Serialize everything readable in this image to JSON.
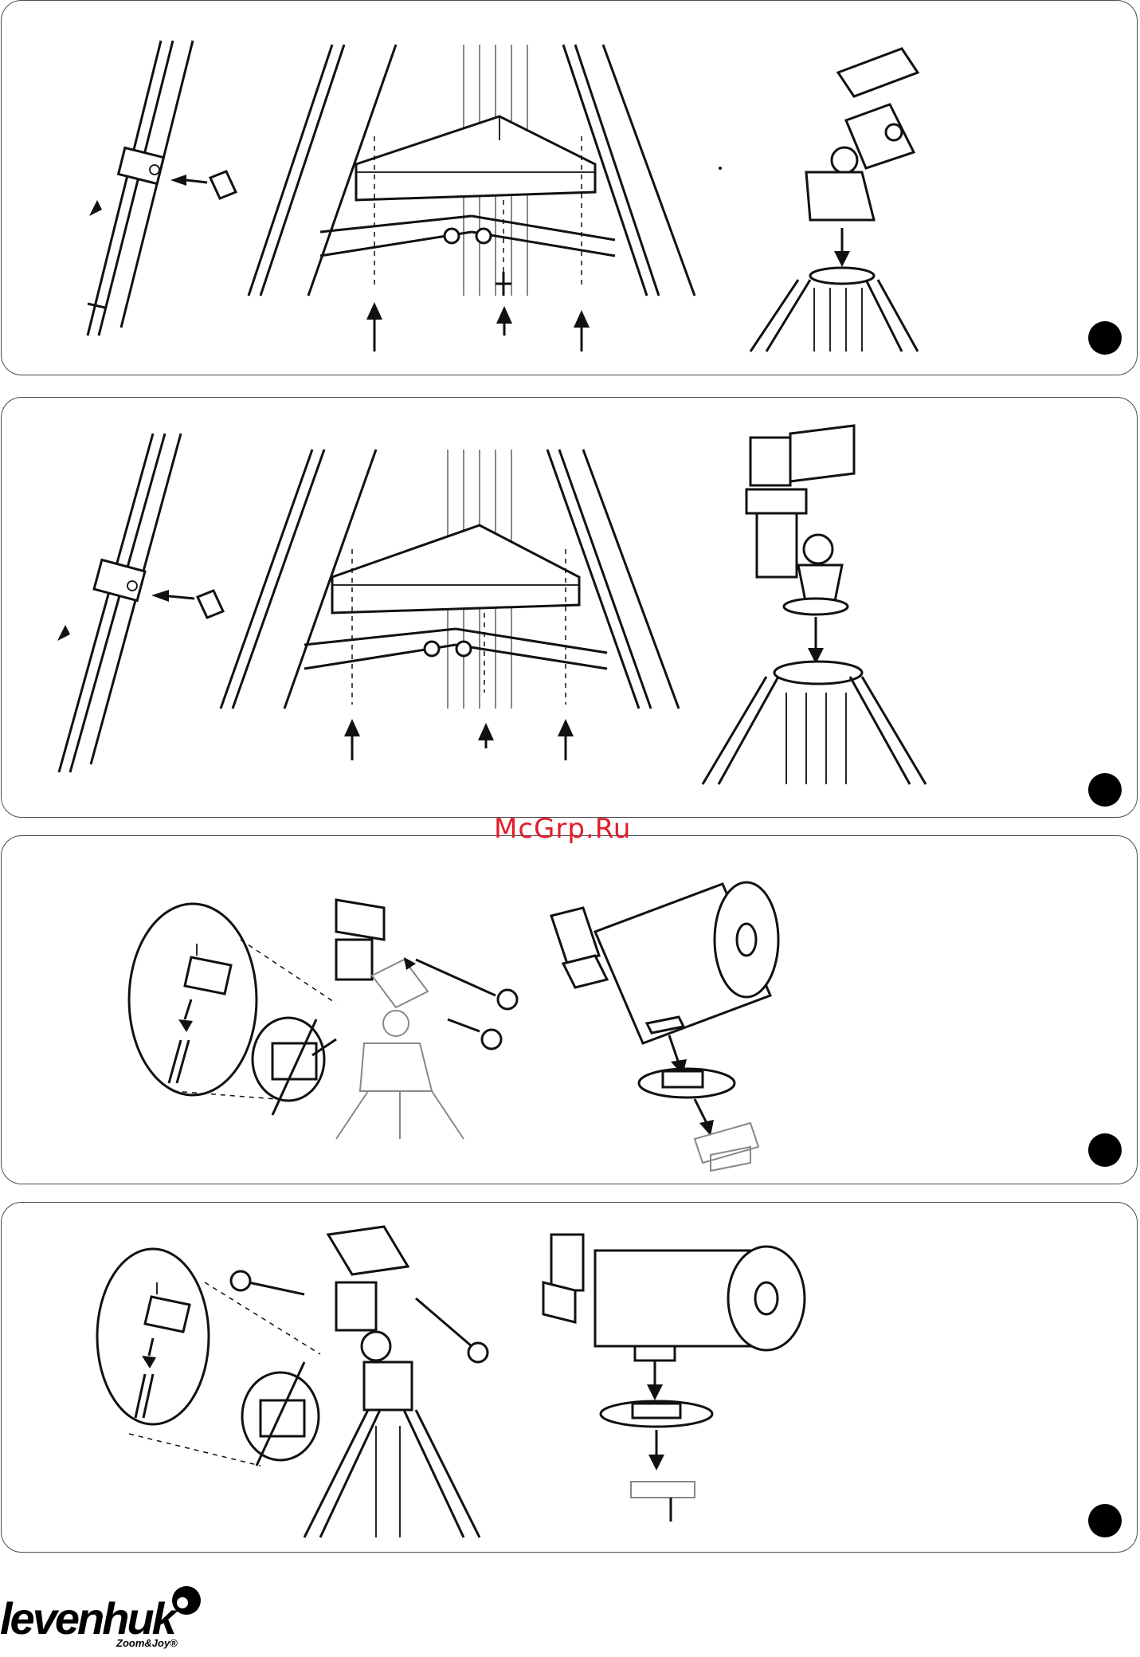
{
  "panels": [
    {
      "id": "panel-1"
    },
    {
      "id": "panel-2"
    },
    {
      "id": "panel-3"
    },
    {
      "id": "panel-4"
    }
  ],
  "watermark": {
    "text": "McGrp.Ru",
    "color": "#e11d2a"
  },
  "logo": {
    "wordmark": "levenhuk",
    "tagline": "Zoom&Joy®"
  },
  "colors": {
    "line": "#111111",
    "border": "#4a4a4a",
    "step_dot": "#000000"
  }
}
